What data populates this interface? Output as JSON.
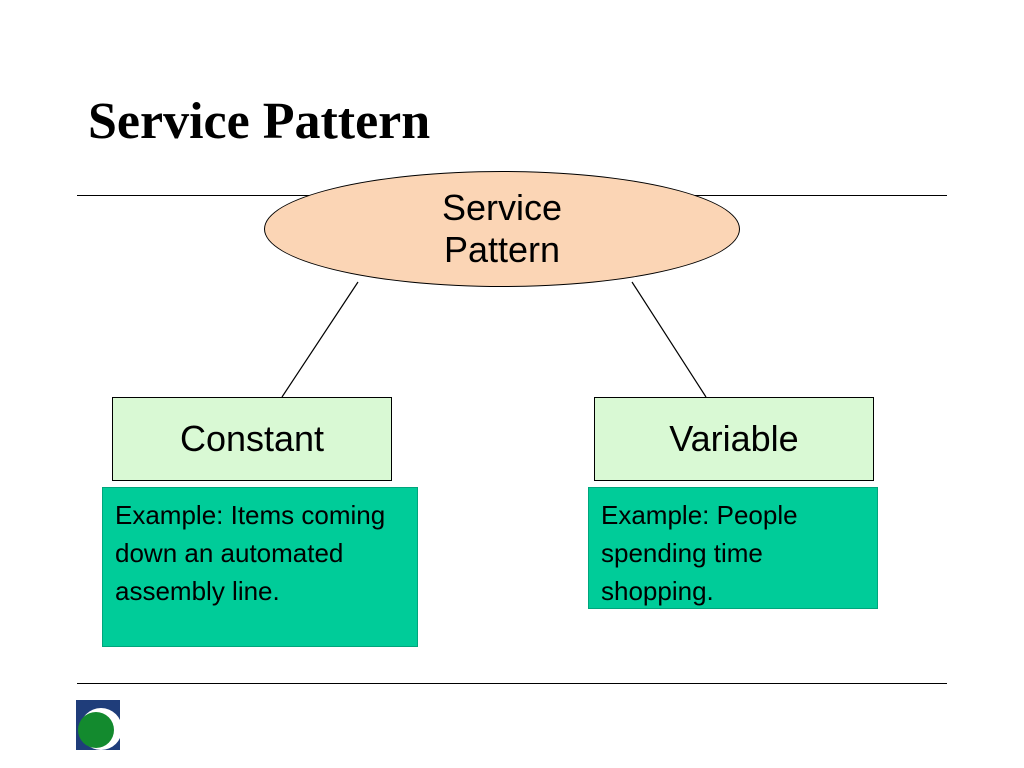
{
  "slide": {
    "title": "Service Pattern"
  },
  "diagram": {
    "root": {
      "line1": "Service",
      "line2": "Pattern"
    },
    "branches": [
      {
        "label": "Constant",
        "example": "Example: Items coming down an automated assembly line."
      },
      {
        "label": "Variable",
        "example": "Example: People spending time shopping."
      }
    ]
  },
  "colors": {
    "root_fill": "#fbd5b5",
    "category_fill": "#d9f9d4",
    "example_fill": "#00cc99",
    "logo_navy": "#1f3d7a",
    "logo_green": "#138a2e"
  },
  "icons": {
    "logo": "circle-logo-icon"
  }
}
